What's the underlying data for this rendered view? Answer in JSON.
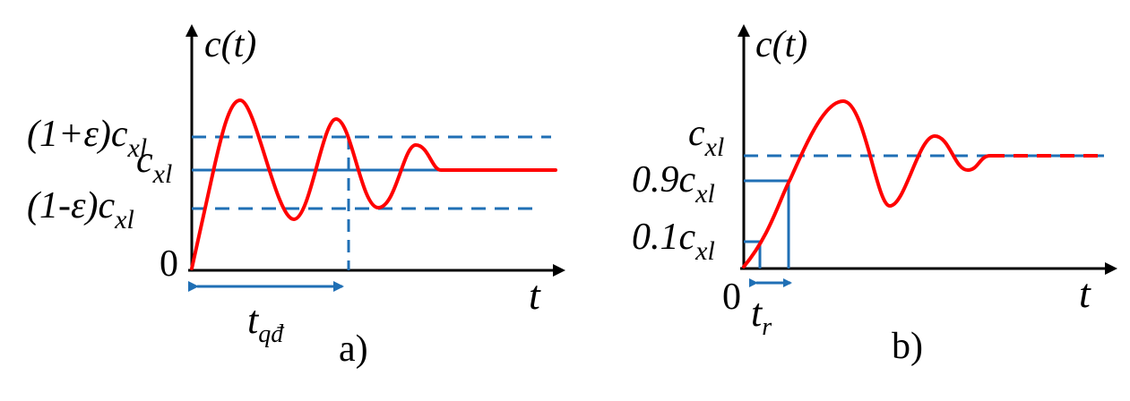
{
  "panel_a": {
    "y_axis_label": "c(t)",
    "x_axis_label": "t",
    "origin_label": "0",
    "upper_band_label": {
      "prefix": "(1+ε)c",
      "sub": "xl"
    },
    "steady_label": {
      "prefix": "c",
      "sub": "xl"
    },
    "lower_band_label": {
      "prefix": "(1-ε)c",
      "sub": "xl"
    },
    "settling_time_label": {
      "main": "t",
      "sub": "qđ"
    },
    "caption": "a)"
  },
  "panel_b": {
    "y_axis_label": "c(t)",
    "x_axis_label": "t",
    "origin_label": "0",
    "steady_label": {
      "prefix": "c",
      "sub": "xl"
    },
    "ninety_label": {
      "prefix": "0.9c",
      "sub": "xl"
    },
    "ten_label": {
      "prefix": "0.1c",
      "sub": "xl"
    },
    "rise_time_label": {
      "main": "t",
      "sub": "r"
    },
    "caption": "b)"
  },
  "colors": {
    "response_curve": "#ff0000",
    "reference_lines": "#1f6fb5",
    "axes": "#000000"
  }
}
